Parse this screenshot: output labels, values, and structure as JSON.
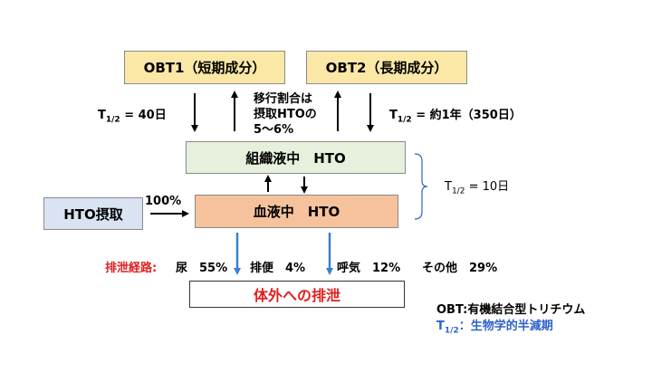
{
  "boxes": {
    "obt1": "OBT1（短期成分）",
    "obt2": "OBT2（長期成分）",
    "tissue": "組織液中　HTO",
    "blood": "血液中　HTO",
    "intake": "HTO摂取",
    "excretion": "体外への排泄"
  },
  "labels": {
    "t_half_obt1_prefix": "T",
    "t_half_sub": "1/2",
    "t_half_obt1_value": " = 40日",
    "transfer_line1": "移行割合は",
    "transfer_line2": "摂取HTOの",
    "transfer_line3": "5～6%",
    "t_half_obt2_value": " = 約1年（350日）",
    "t_half_hto_value": " = 10日",
    "intake_percent": "100%"
  },
  "excretion_routes": {
    "heading": "排泄経路:",
    "urine": "尿　55%",
    "feces": "排便　4%",
    "breath": "呼気　12%",
    "other": "その他　29%"
  },
  "legend": {
    "obt_definition": "OBT:有機結合型トリチウム",
    "t_half_definition": "：生物学的半減期"
  },
  "colors": {
    "obt_fill": "#fbe8a6",
    "tissue_fill": "#e6f0dc",
    "blood_fill": "#f5c29c",
    "intake_fill": "#d9e3f1",
    "accent_red": "#e02020",
    "accent_blue": "#2f62c8",
    "excretion_arrow": "#3b7fd0"
  }
}
